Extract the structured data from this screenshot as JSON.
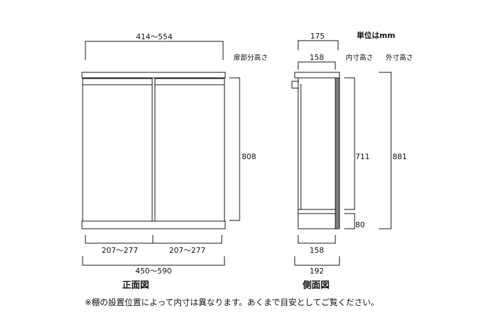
{
  "unit_label": "単位はmm",
  "headers": {
    "door_height": "扉部分高さ",
    "inner_height": "内寸高さ",
    "outer_height": "外寸高さ"
  },
  "front_view": {
    "title": "正面図",
    "top_width": "414〜554",
    "door_height": "808",
    "left_door_width": "207〜277",
    "right_door_width": "207〜277",
    "total_width": "450〜590"
  },
  "side_view": {
    "title": "側面図",
    "outer_depth_top": "175",
    "inner_depth_top": "158",
    "inner_height": "711",
    "outer_height": "881",
    "base_height": "80",
    "inner_depth_bottom": "158",
    "outer_depth_bottom": "192"
  },
  "footnote": "※棚の設置位置によって内寸は異なります。あくまで目安としてご覧ください。",
  "colors": {
    "line": "#111111",
    "back_panel": "#808080",
    "background": "#ffffff"
  }
}
